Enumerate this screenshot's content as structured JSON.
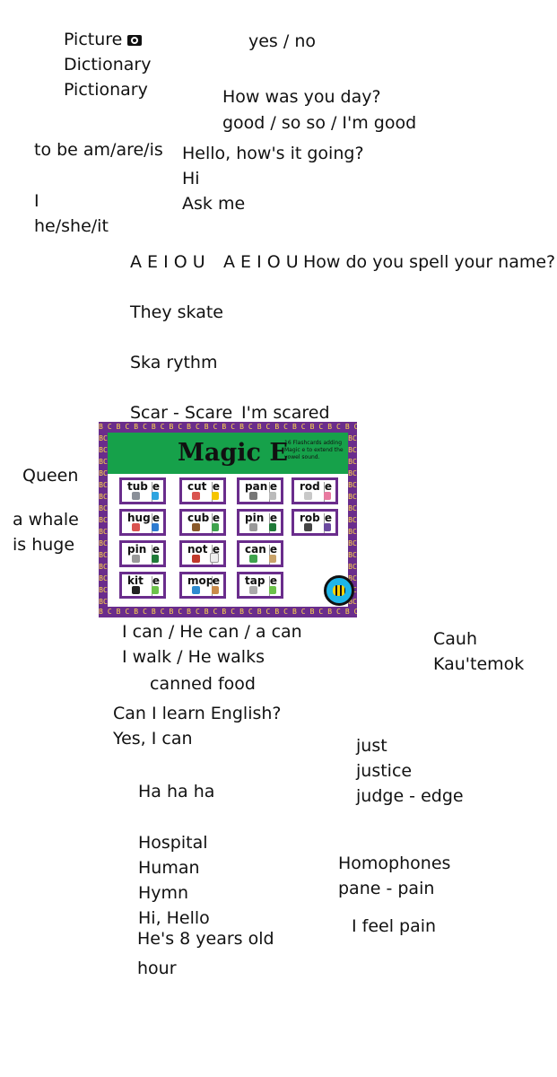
{
  "notes": {
    "picture": "Picture",
    "dictionary": "Dictionary",
    "pictionary": "Pictionary",
    "yes_no": "yes / no",
    "how_day": "How was you day?",
    "good": "good / so so / I'm good",
    "to_be": "to be am/are/is",
    "hello_going": "Hello, how's it going?",
    "hi": "Hi",
    "ask_me": "Ask me",
    "i": "I",
    "he_she_it": "he/she/it",
    "vowels_1": "A E I O U",
    "vowels_2": "A E I O U",
    "spell_name": "How do you spell your name?",
    "they_skate": "They skate",
    "ska_rythm": "Ska rythm",
    "scar_scare": "Scar - Scare",
    "im_scared": "I'm scared",
    "queen": "Queen",
    "a_whale": "a whale",
    "is_huge": "is huge",
    "i_can": "I can / He can / a can",
    "i_walk": "I walk / He walks",
    "canned_food": "canned food",
    "cauh": "Cauh",
    "kautemok": "Kau'temok",
    "can_learn": "Can I learn English?",
    "yes_i_can": "Yes, I can",
    "just": "just",
    "justice": "justice",
    "judge_edge": "judge - edge",
    "ha_ha": "Ha ha ha",
    "hospital": "Hospital",
    "human": "Human",
    "hymn": "Hymn",
    "hi_hello": "Hi, Hello",
    "homophones": "Homophones",
    "pane_pain": "pane - pain",
    "hes_8": "He's 8 years old",
    "i_feel_pain": "I feel pain",
    "hour": "hour"
  },
  "icons": {
    "camera": "camera-icon"
  },
  "magic_e_card": {
    "title": "Magic E",
    "subtitle": "16 Flashcards adding Magic e to extend the vowel sound.",
    "e_label": "e",
    "border_pattern": "BCBCBCBCBCBCBCBCBCBCBCBCBCBCBC",
    "words": [
      "tub",
      "cut",
      "pan",
      "rod",
      "hug",
      "cub",
      "pin",
      "rob",
      "pin",
      "not",
      "can",
      "kit",
      "mop",
      "tap"
    ],
    "colors": {
      "border": "#6a2d8c",
      "banner": "#16a14a",
      "badge": "#1eb6e8"
    }
  }
}
